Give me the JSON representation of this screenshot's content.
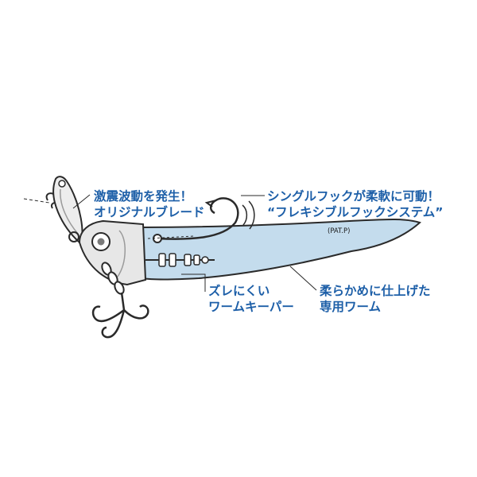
{
  "callouts": {
    "blade": {
      "line1": "激震波動を発生！",
      "line2": "オリジナルブレード"
    },
    "hook": {
      "line1": "シングルフックが柔軟に可動！",
      "line2": "“フレキシブルフックシステム”",
      "patent": "(PAT.P)"
    },
    "keeper": {
      "line1": "ズレにくい",
      "line2": "ワームキーパー"
    },
    "worm": {
      "line1": "柔らかめに仕上げた",
      "line2": "専用ワーム"
    }
  },
  "colors": {
    "label_text": "#1d5fa8",
    "worm_fill": "#c4dced",
    "worm_outline": "#2a2a2a",
    "leader_line": "#2a2a2a",
    "head_fill": "#e7e7e7"
  }
}
